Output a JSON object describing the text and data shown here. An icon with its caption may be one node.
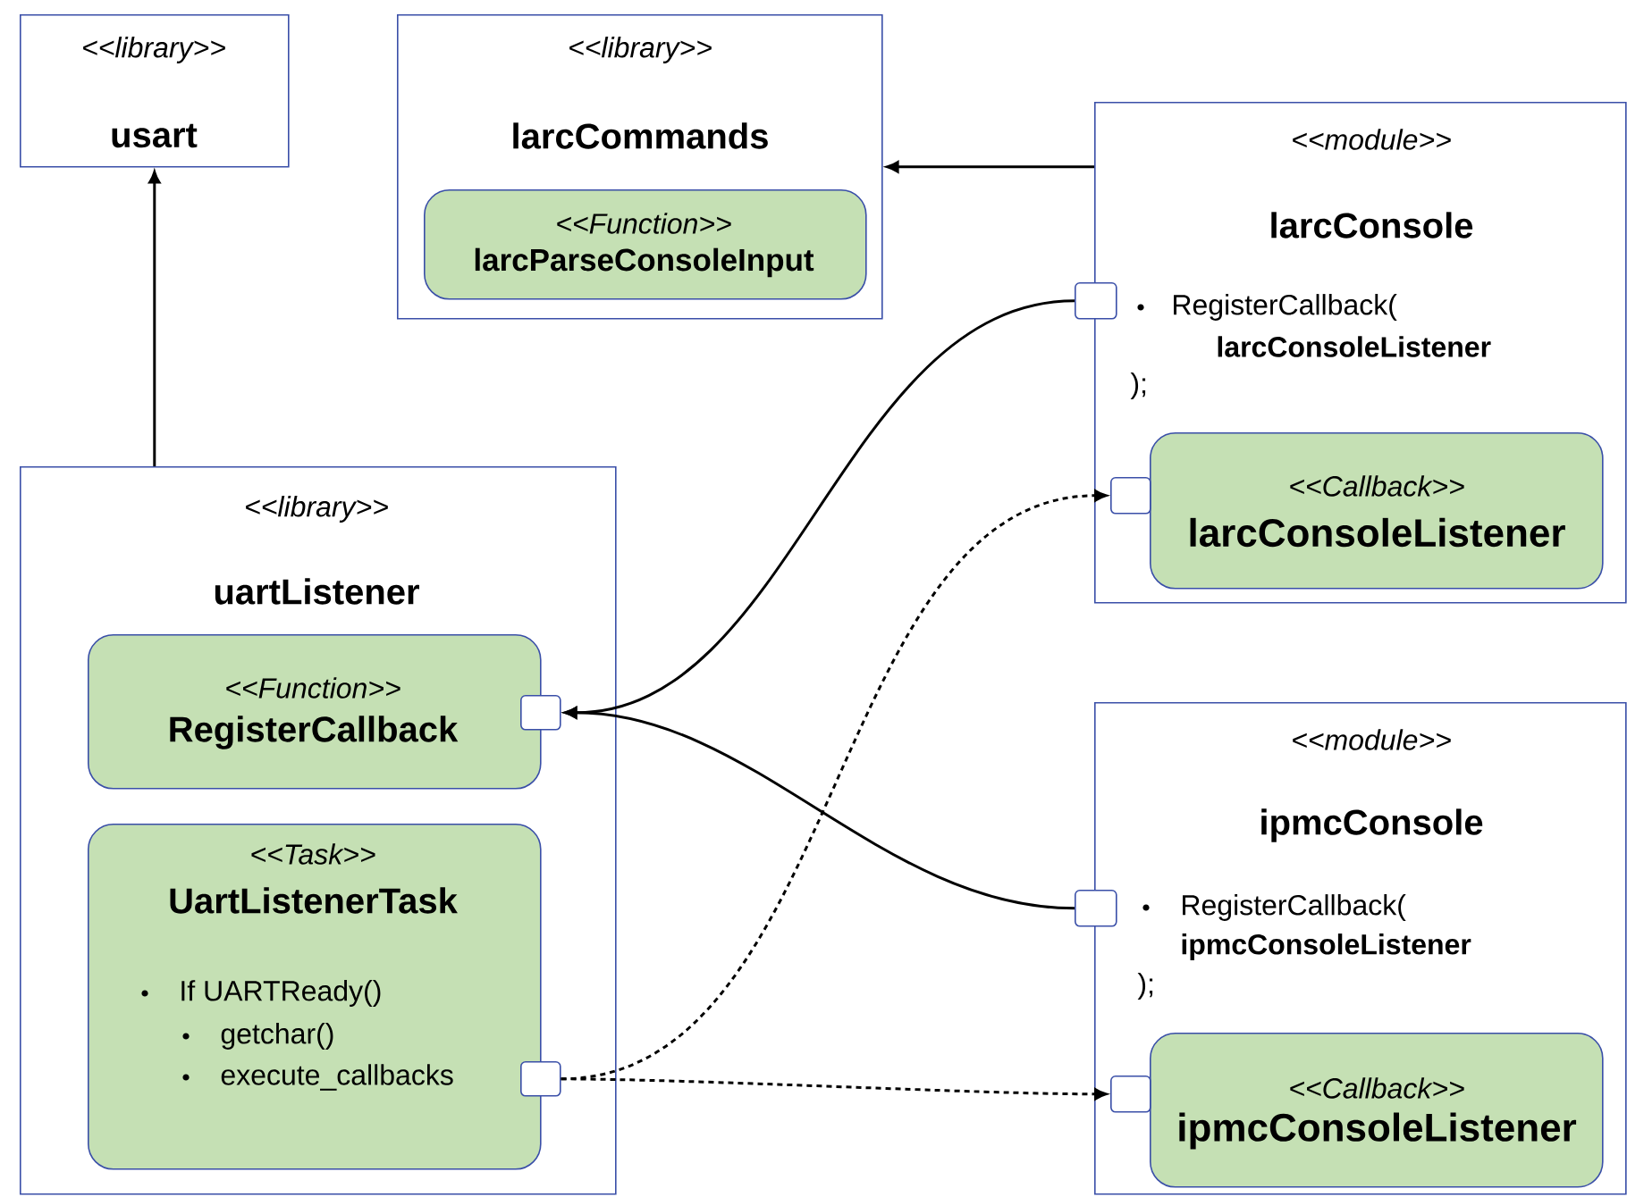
{
  "diagram": {
    "nodes": [
      {
        "text": [
          "<<library>>",
          "usart"
        ]
      },
      {
        "text": [
          "<<library>>",
          "larcCommands"
        ]
      },
      {
        "text": [
          "<<Function>>",
          "larcParseConsoleInput"
        ],
        "in": 1
      },
      {
        "text": [
          "<<module>>",
          "larcConsole",
          "RegisterCallback(",
          "larcConsoleListener",
          ");"
        ]
      },
      {
        "text": [],
        "shape": "box"
      },
      {
        "text": [
          "<<Callback>>",
          "larcConsoleListener"
        ],
        "in": 3
      },
      {
        "text": [],
        "shape": "box",
        "in": 3
      },
      {
        "text": [
          "<<library>>",
          "uartListener"
        ]
      },
      {
        "text": [
          "<<Function>>",
          "RegisterCallback"
        ],
        "in": 7
      },
      {
        "text": [],
        "shape": "box",
        "in": 7
      },
      {
        "text": [
          "<<Task>>",
          "UartListenerTask",
          "If UARTReady()",
          "getchar()",
          "execute_callbacks"
        ],
        "in": 7
      },
      {
        "text": [],
        "shape": "box",
        "in": 7
      },
      {
        "text": [
          "<<module>>",
          "ipmcConsole",
          "RegisterCallback(",
          "ipmcConsoleListener",
          ");"
        ]
      },
      {
        "text": [],
        "shape": "box"
      },
      {
        "text": [
          "<<Callback>>",
          "ipmcConsoleListener"
        ],
        "in": 12
      },
      {
        "text": [],
        "shape": "box",
        "in": 12
      }
    ],
    "edges": [
      {
        "from": 7,
        "to": 0,
        "arrow": "to"
      },
      {
        "from": 3,
        "to": 1,
        "arrow": "to"
      },
      {
        "from": 4,
        "to": 9,
        "arrow": "to"
      },
      {
        "from": 13,
        "to": 9,
        "arrow": "to"
      },
      {
        "from": 11,
        "to": 6,
        "arrow": "to",
        "style": "dashed"
      },
      {
        "from": 11,
        "to": 15,
        "arrow": "to",
        "style": "dashed"
      }
    ]
  }
}
